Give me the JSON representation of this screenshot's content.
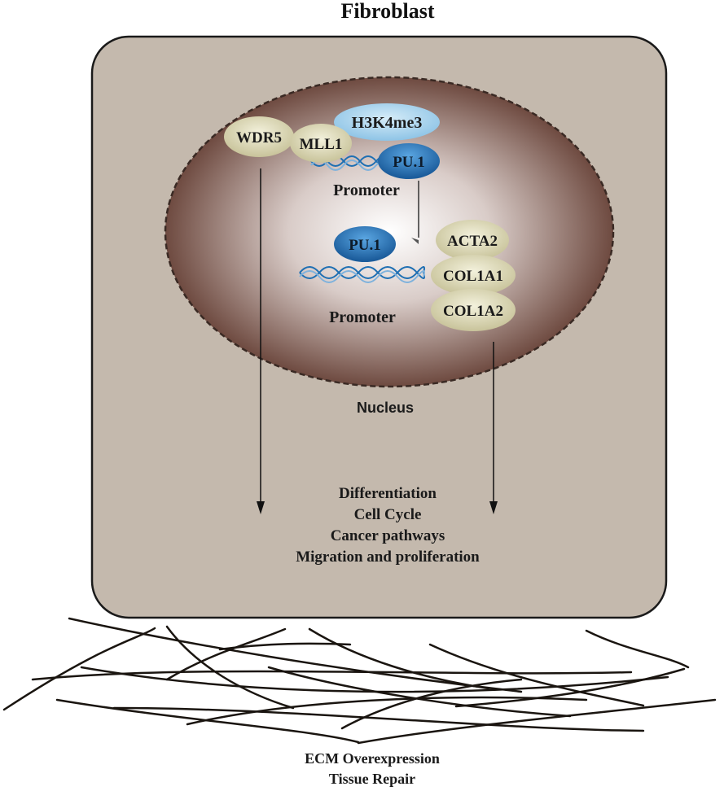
{
  "title": "Fibroblast",
  "nucleus_label": "Nucleus",
  "proteins": {
    "wdr5": "WDR5",
    "mll1": "MLL1",
    "h3k4me3": "H3K4me3",
    "pu1_top": "PU.1",
    "pu1_bottom": "PU.1",
    "acta2": "ACTA2",
    "col1a1": "COL1A1",
    "col1a2": "COL1A2"
  },
  "promoter_top": "Promoter",
  "promoter_bottom": "Promoter",
  "outcomes": [
    "Differentiation",
    "Cell Cycle",
    "Cancer pathways",
    "Migration and proliferation"
  ],
  "ecm_outcomes": [
    "ECM Overexpression",
    "Tissue Repair"
  ],
  "colors": {
    "cell_fill": "#c4b9ad",
    "nucleus_outer": "#6e4a40",
    "nucleus_inner": "#ffffff",
    "blue_protein": "#2f7fc7",
    "light_blue_protein": "#a9d3ee",
    "olive_protein": "#dcd8b4",
    "dna": "#1e6fb3"
  }
}
